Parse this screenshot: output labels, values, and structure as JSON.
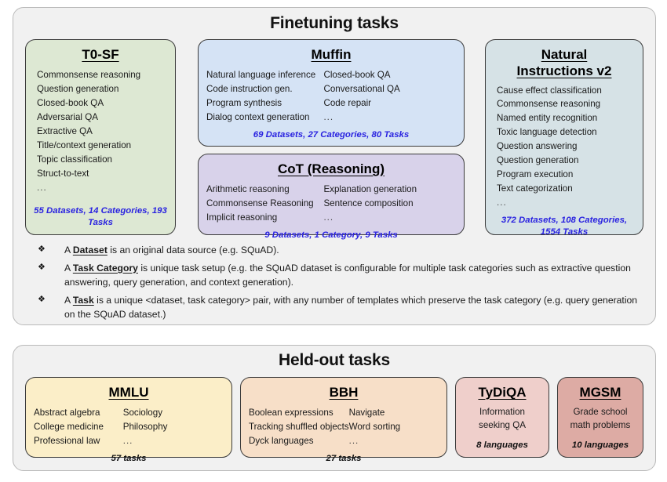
{
  "finetuning": {
    "title": "Finetuning tasks",
    "cards": [
      {
        "name": "t0sf",
        "title": "T0-SF",
        "color": "#dde8d3",
        "columns": [
          [
            "Commonsense reasoning",
            "Question generation",
            "Closed-book QA",
            "Adversarial QA",
            "Extractive QA",
            "Title/context generation",
            "Topic classification",
            "Struct-to-text",
            "..."
          ]
        ],
        "stats": "55 Datasets, 14 Categories, 193 Tasks"
      },
      {
        "name": "muffin",
        "title": "Muffin",
        "color": "#d5e3f5",
        "columns": [
          [
            "Natural language inference",
            "Code instruction gen.",
            "Program synthesis",
            "Dialog context generation"
          ],
          [
            "Closed-book QA",
            "Conversational QA",
            "Code repair",
            "..."
          ]
        ],
        "stats": "69 Datasets, 27 Categories, 80 Tasks"
      },
      {
        "name": "cot",
        "title": "CoT (Reasoning)",
        "color": "#d8d2ea",
        "columns": [
          [
            "Arithmetic reasoning",
            "Commonsense Reasoning",
            "Implicit reasoning"
          ],
          [
            "Explanation generation",
            "Sentence composition",
            "..."
          ]
        ],
        "stats": "9 Datasets, 1 Category, 9 Tasks"
      },
      {
        "name": "natural-instructions-v2",
        "title_line1": "Natural",
        "title_line2": "Instructions v2",
        "color": "#d6e2e6",
        "columns": [
          [
            "Cause effect classification",
            "Commonsense reasoning",
            "Named entity recognition",
            "Toxic language detection",
            "Question answering",
            "Question generation",
            "Program execution",
            "Text categorization",
            "..."
          ]
        ],
        "stats": "372 Datasets, 108 Categories, 1554 Tasks"
      }
    ],
    "definitions": [
      {
        "glyph": "❖",
        "prefix": "A ",
        "term": "Dataset",
        "suffix": " is an original data source (e.g. SQuAD)."
      },
      {
        "glyph": "❖",
        "prefix": "A ",
        "term": "Task Category",
        "suffix": " is unique task setup (e.g. the SQuAD dataset is configurable for multiple task categories such as extractive question answering, query generation, and context generation)."
      },
      {
        "glyph": "❖",
        "prefix": "A ",
        "term": "Task",
        "suffix": " is a unique <dataset, task category> pair, with any number of templates which preserve the task category (e.g. query generation on the SQuAD dataset.)"
      }
    ]
  },
  "heldout": {
    "title": "Held-out tasks",
    "cards": [
      {
        "name": "mmlu",
        "title": "MMLU",
        "color": "#fbeec8",
        "columns": [
          [
            "Abstract algebra",
            "College medicine",
            "Professional law"
          ],
          [
            "Sociology",
            "Philosophy",
            "..."
          ]
        ],
        "stats": "57 tasks"
      },
      {
        "name": "bbh",
        "title": "BBH",
        "color": "#f7dfc8",
        "columns": [
          [
            "Boolean expressions",
            "Tracking shuffled objects",
            "Dyck languages"
          ],
          [
            "Navigate",
            "Word sorting",
            "..."
          ]
        ],
        "stats": "27 tasks"
      },
      {
        "name": "tydiqa",
        "title": "TyDiQA",
        "color": "#efcfcb",
        "columns": [
          [
            "Information",
            "seeking QA"
          ]
        ],
        "stats": "8 languages"
      },
      {
        "name": "mgsm",
        "title": "MGSM",
        "color": "#ddaba4",
        "columns": [
          [
            "Grade school",
            "math problems"
          ]
        ],
        "stats": "10 languages"
      }
    ]
  },
  "colors": {
    "stats_blue": "#2a23e0",
    "panel_bg": "#f1f1f1",
    "card_border": "#3b3b3b"
  }
}
